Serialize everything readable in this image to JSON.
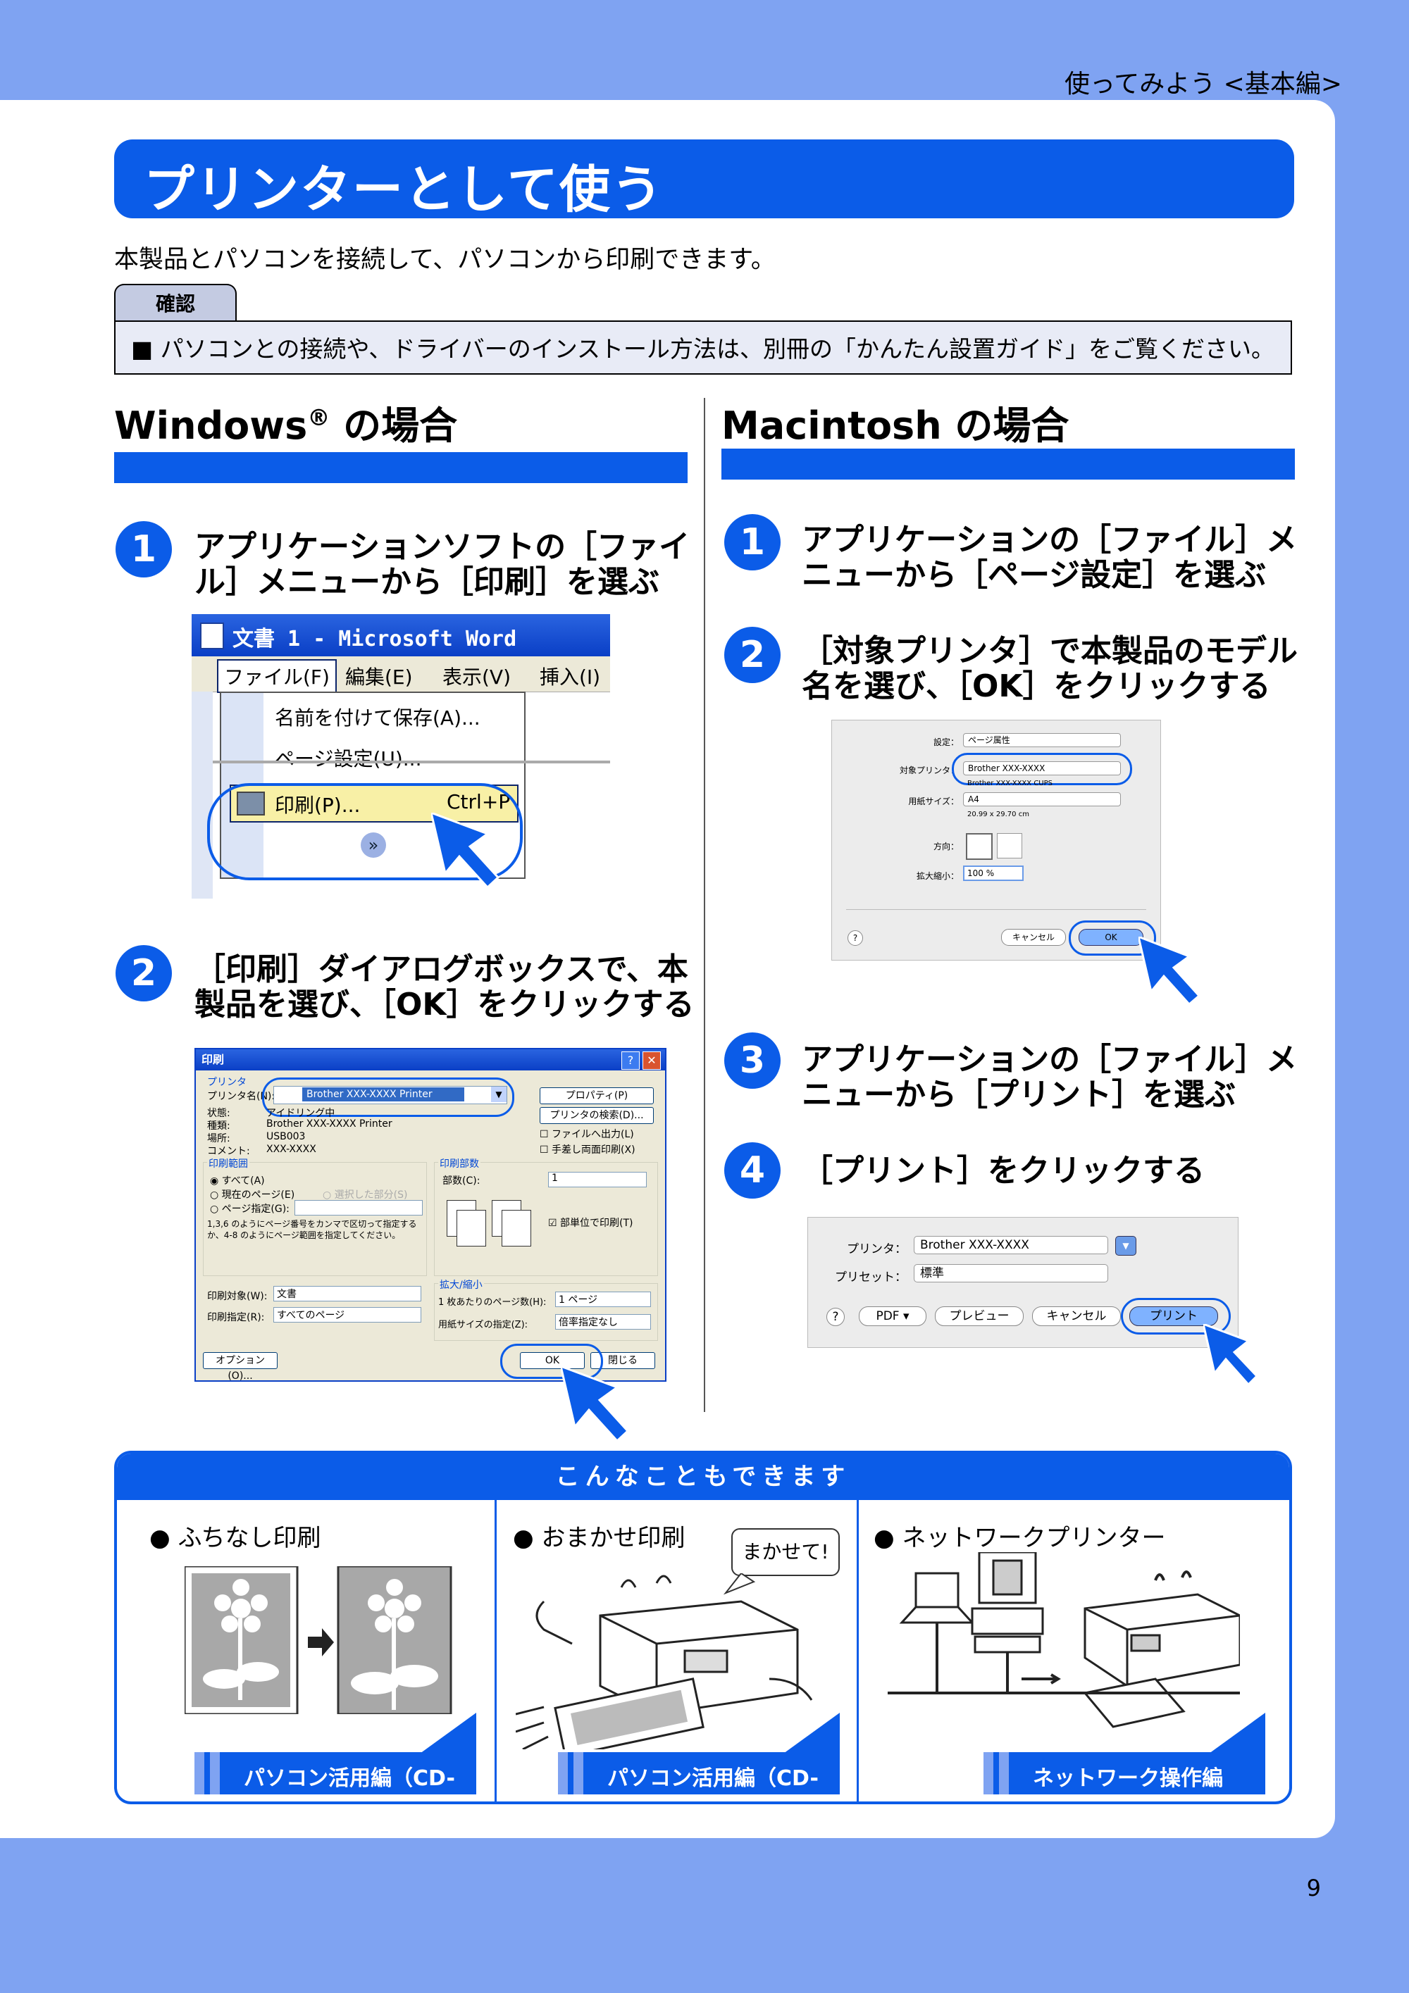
{
  "header": {
    "section": "使ってみよう <基本編>",
    "page_number": "9"
  },
  "title": "プリンターとして使う",
  "intro": "本製品とパソコンを接続して、パソコンから印刷できます。",
  "confirm": {
    "tab": "確認",
    "text": "■ パソコンとの接続や、ドライバーのインストール方法は、別冊の「かんたん設置ガイド」をご覧ください。"
  },
  "windows": {
    "heading": "Windows",
    "heading_sup": "®",
    "heading_rest": " の場合",
    "steps": [
      {
        "num": "1",
        "text": "アプリケーションソフトの［ファイル］メニューから［印刷］を選ぶ"
      },
      {
        "num": "2",
        "text": "［印刷］ダイアログボックスで、本製品を選び、［OK］をクリックする"
      }
    ],
    "word": {
      "title": "文書 1 - Microsoft Word",
      "menu": [
        "ファイル(F)",
        "編集(E)",
        "表示(V)",
        "挿入(I)"
      ],
      "items": [
        "名前を付けて保存(A)...",
        "ページ設定(U)...",
        "印刷(P)..."
      ],
      "shortcut": "Ctrl+P"
    },
    "print_dialog": {
      "title": "印刷",
      "printer_group": "プリンタ",
      "printer_name_label": "プリンタ名(N):",
      "printer_name": "Brother XXX-XXXX Printer",
      "properties_btn": "プロパティ(P)",
      "find_btn": "プリンタの検索(D)...",
      "status_rows": [
        {
          "k": "状態:",
          "v": "アイドリング中"
        },
        {
          "k": "種類:",
          "v": "Brother XXX-XXXX Printer"
        },
        {
          "k": "場所:",
          "v": "USB003"
        },
        {
          "k": "コメント:",
          "v": "XXX-XXXX"
        }
      ],
      "to_file": "ファイルへ出力(L)",
      "manual_duplex": "手差し両面印刷(X)",
      "range_group": "印刷範囲",
      "range_all": "すべて(A)",
      "range_current": "現在のページ(E)",
      "range_selection": "選択した部分(S)",
      "range_pages": "ページ指定(G):",
      "range_note": "1,3,6 のようにページ番号をカンマで区切って指定するか、4-8 のようにページ範囲を指定してください。",
      "copies_group": "印刷部数",
      "copies_label": "部数(C):",
      "copies_value": "1",
      "collate": "部単位で印刷(T)",
      "print_what_label": "印刷対象(W):",
      "print_what": "文書",
      "print_label": "印刷指定(R):",
      "print_value": "すべてのページ",
      "zoom_group": "拡大/縮小",
      "pages_per_sheet_label": "1 枚あたりのページ数(H):",
      "pages_per_sheet": "1 ページ",
      "scale_label": "用紙サイズの指定(Z):",
      "scale_value": "倍率指定なし",
      "options_btn": "オプション(O)...",
      "ok": "OK",
      "close": "閉じる"
    }
  },
  "mac": {
    "heading": "Macintosh の場合",
    "steps": [
      {
        "num": "1",
        "text": "アプリケーションの［ファイル］メニューから［ページ設定］を選ぶ"
      },
      {
        "num": "2",
        "text": "［対象プリンタ］で本製品のモデル名を選び、［OK］をクリックする"
      },
      {
        "num": "3",
        "text": "アプリケーションの［ファイル］メニューから［プリント］を選ぶ"
      },
      {
        "num": "4",
        "text": "［プリント］をクリックする"
      }
    ],
    "page_setup": {
      "settings_label": "設定：",
      "settings_value": "ページ属性",
      "format_label": "対象プリンタ：",
      "format_value": "Brother XXX-XXXX",
      "format_sub": "Brother XXX-XXXX CUPS",
      "paper_label": "用紙サイズ：",
      "paper_value": "A4",
      "paper_sub": "20.99 x 29.70 cm",
      "orientation_label": "方向：",
      "scale_label": "拡大縮小：",
      "scale_value": "100 %",
      "help": "?",
      "cancel": "キャンセル",
      "ok": "OK"
    },
    "print": {
      "printer_label": "プリンタ：",
      "printer_value": "Brother XXX-XXXX",
      "preset_label": "プリセット：",
      "preset_value": "標準",
      "help": "?",
      "pdf": "PDF ▾",
      "preview": "プレビュー",
      "cancel": "キャンセル",
      "print": "プリント"
    }
  },
  "more": {
    "heading": "こんなこともできます",
    "columns": [
      {
        "title": "● ふちなし印刷",
        "ribbon": "パソコン活用編（CD-ROM）"
      },
      {
        "title": "● おまかせ印刷",
        "bubble": "まかせて!",
        "ribbon": "パソコン活用編（CD-ROM）"
      },
      {
        "title": "●  ネットワークプリンター",
        "ribbon": "ネットワーク操作編（CD-ROM）"
      }
    ]
  },
  "colors": {
    "primary": "#0b5ce8",
    "page_bg": "#7fa3f2",
    "note_bg": "#e8ebf6"
  }
}
